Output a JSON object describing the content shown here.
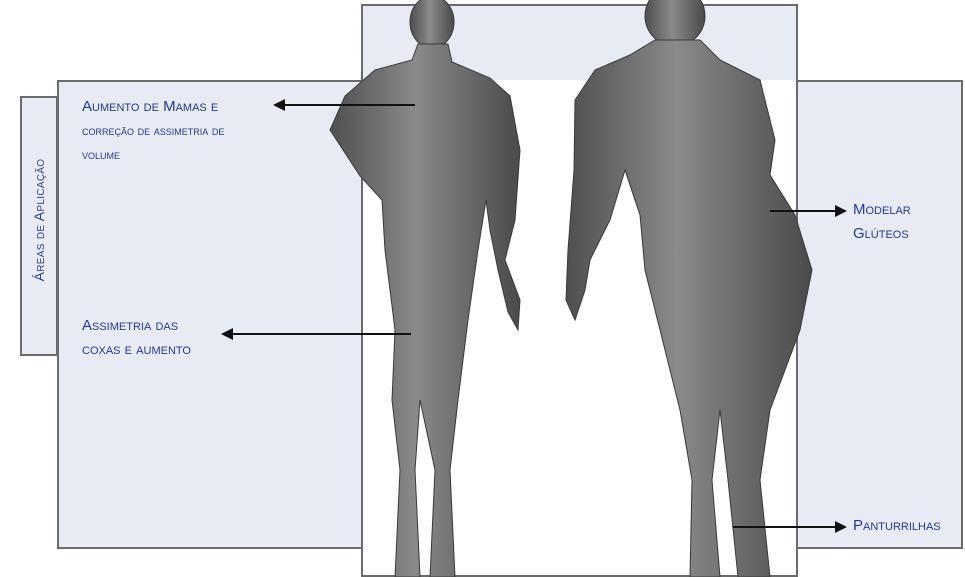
{
  "sidebar": {
    "title": "Áreas de Aplicação"
  },
  "labels": {
    "breasts_line1": "Aumento de Mamas e",
    "breasts_line2": "correção de assimetria de",
    "breasts_line3": "volume",
    "thighs_line1": "Assimetria das",
    "thighs_line2": "coxas e aumento",
    "glutes_line1": "Modelar",
    "glutes_line2": "Glúteos",
    "calves": "Panturrilhas"
  },
  "icons": {
    "front_figure": "female-figure-front",
    "back_figure": "female-figure-back"
  },
  "colors": {
    "label": "#1f3a93",
    "panel": "#e9ebf4",
    "border": "#6b6b6b",
    "figure": "#6e6e6e"
  }
}
